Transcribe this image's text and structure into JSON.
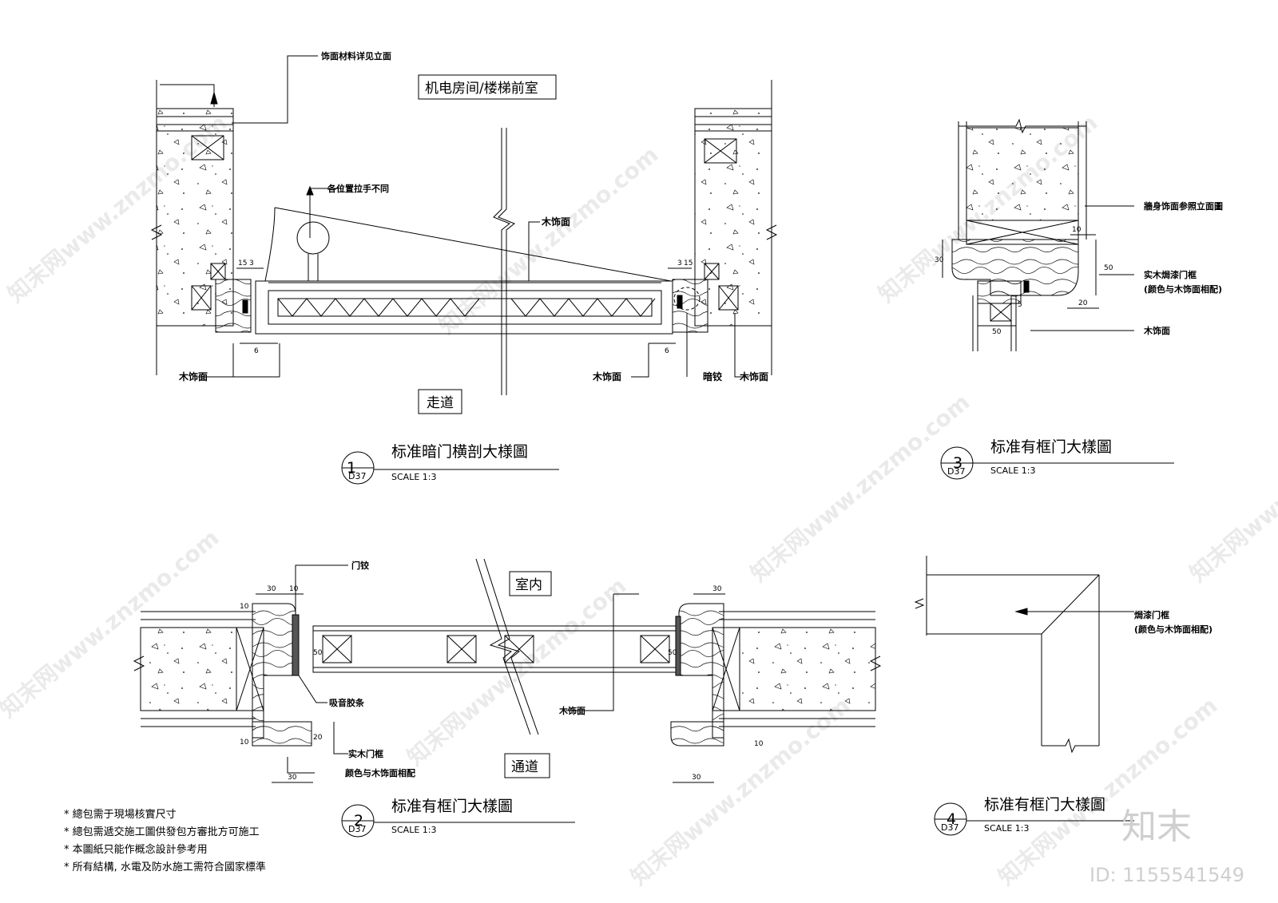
{
  "watermark": {
    "text": "知末网www.znzmo.com",
    "brand": "知末",
    "id_text": "ID: 1155541549"
  },
  "detail1": {
    "number": "1",
    "sheet": "D37",
    "title": "标准暗门横剖大様圖",
    "scale": "SCALE 1:3",
    "room_top": "机电房间/楼梯前室",
    "room_bottom": "走道",
    "labels": {
      "finish": "饰面材料详见立面",
      "handle": "各位置拉手不同",
      "wood_mid": "木饰面",
      "wood_left": "木饰面",
      "wood_right1": "木饰面",
      "hinge": "暗铰",
      "wood_right2": "木饰面"
    },
    "dims": {
      "d15a": "15",
      "d3a": "3",
      "d15b": "15",
      "d3b": "3",
      "d6a": "6",
      "d6b": "6"
    }
  },
  "detail2": {
    "number": "2",
    "sheet": "D37",
    "title": "标准有框门大樣圖",
    "scale": "SCALE 1:3",
    "room_top": "室内",
    "room_bottom": "通道",
    "labels": {
      "hinge": "门铰",
      "seal": "吸音胶条",
      "wood": "木饰面",
      "frame": "实木门框",
      "frame_note": "颜色与木饰面相配"
    },
    "dims": {
      "d30a": "30",
      "d10a": "10",
      "d10b": "10",
      "d50a": "50",
      "d20": "20",
      "d10c": "10",
      "d30b": "30",
      "d30c": "30",
      "d50b": "50",
      "d30d": "30",
      "d10d": "10"
    }
  },
  "detail3": {
    "number": "3",
    "sheet": "D37",
    "title": "标准有框门大樣圖",
    "scale": "SCALE 1:3",
    "labels": {
      "wall": "牆身饰面参照立面圖",
      "frame": "实木焗漆门框",
      "frame_note": "(颜色与木饰面相配)",
      "wood": "木饰面"
    },
    "dims": {
      "d10": "10",
      "d30": "30",
      "d50a": "50",
      "d20": "20",
      "d50b": "50",
      "d5": "5"
    }
  },
  "detail4": {
    "number": "4",
    "sheet": "D37",
    "title": "标准有框门大樣圖",
    "scale": "SCALE 1:3",
    "labels": {
      "frame": "焗漆门框",
      "frame_note": "(颜色与木饰面相配)"
    }
  },
  "notes": [
    "* 總包需于現場核實尺寸",
    "* 總包需遞交施工圖供發包方審批方可施工",
    "* 本圖紙只能作概念設計參考用",
    "* 所有結構, 水電及防水施工需符合國家標準"
  ]
}
